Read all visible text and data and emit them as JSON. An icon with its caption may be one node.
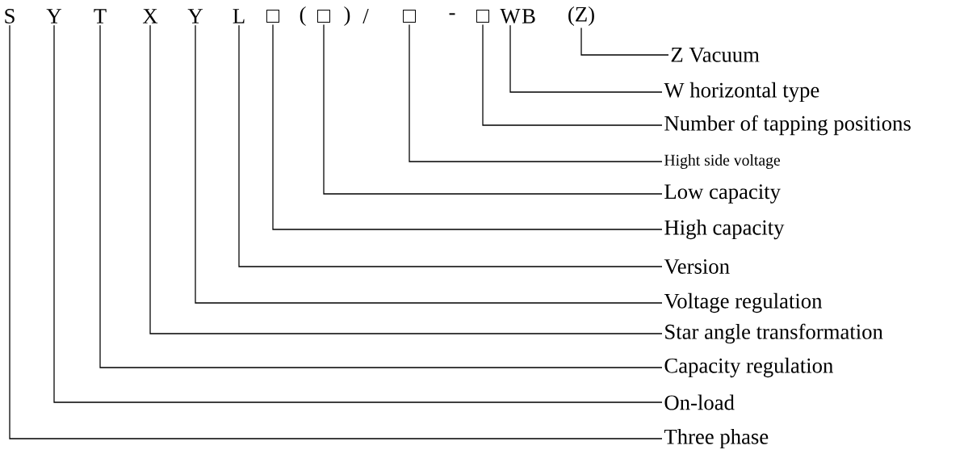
{
  "diagram": {
    "nodes": [
      {
        "text": [
          "S"
        ]
      },
      {
        "text": [
          "Y"
        ]
      },
      {
        "text": [
          "T"
        ]
      },
      {
        "text": [
          "X"
        ]
      },
      {
        "text": [
          "Y"
        ]
      },
      {
        "text": [
          "L"
        ]
      },
      {
        "text": [
          "□"
        ]
      },
      {
        "text": [
          "□"
        ]
      },
      {
        "text": [
          "□"
        ]
      },
      {
        "text": [
          "□"
        ]
      },
      {
        "text": [
          "W"
        ]
      },
      {
        "text": [
          "(Z)"
        ]
      },
      {
        "text": [
          "Z Vacuum"
        ]
      },
      {
        "text": [
          "W horizontal type"
        ]
      },
      {
        "text": [
          "Number of tapping positions"
        ]
      },
      {
        "text": [
          "Hight side voltage"
        ]
      },
      {
        "text": [
          "Low capacity"
        ]
      },
      {
        "text": [
          "High capacity"
        ]
      },
      {
        "text": [
          "Version"
        ]
      },
      {
        "text": [
          "Voltage regulation"
        ]
      },
      {
        "text": [
          "Star angle transformation"
        ]
      },
      {
        "text": [
          "Capacity regulation"
        ]
      },
      {
        "text": [
          "On-load"
        ]
      },
      {
        "text": [
          "Three phase"
        ]
      }
    ],
    "edges": [
      {
        "from": 11,
        "to": 12,
        "arrow": "none"
      },
      {
        "from": 10,
        "to": 13,
        "arrow": "none"
      },
      {
        "from": 9,
        "to": 14,
        "arrow": "none"
      },
      {
        "from": 8,
        "to": 15,
        "arrow": "none"
      },
      {
        "from": 7,
        "to": 16,
        "arrow": "none"
      },
      {
        "from": 6,
        "to": 17,
        "arrow": "none"
      },
      {
        "from": 5,
        "to": 18,
        "arrow": "none"
      },
      {
        "from": 4,
        "to": 19,
        "arrow": "none"
      },
      {
        "from": 3,
        "to": 20,
        "arrow": "none"
      },
      {
        "from": 2,
        "to": 21,
        "arrow": "none"
      },
      {
        "from": 1,
        "to": 22,
        "arrow": "none"
      },
      {
        "from": 0,
        "to": 23,
        "arrow": "none"
      }
    ],
    "labels": [
      "(",
      ")",
      "/",
      "-",
      "B"
    ]
  }
}
